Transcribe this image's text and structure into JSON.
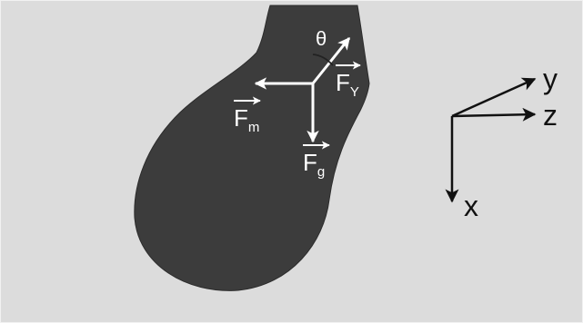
{
  "figure": {
    "colors": {
      "background": "#dcdcdc",
      "droplet": "#3c3c3c",
      "force_arrows": "#ffffff",
      "axis_arrows": "#111111"
    },
    "angle_label": "θ",
    "forces": {
      "surface_tension": {
        "symbol": "F",
        "subscript": "Y"
      },
      "magnetic": {
        "symbol": "F",
        "subscript": "m"
      },
      "gravity": {
        "symbol": "F",
        "subscript": "g"
      }
    },
    "axes": {
      "x": "x",
      "y": "y",
      "z": "z"
    }
  }
}
